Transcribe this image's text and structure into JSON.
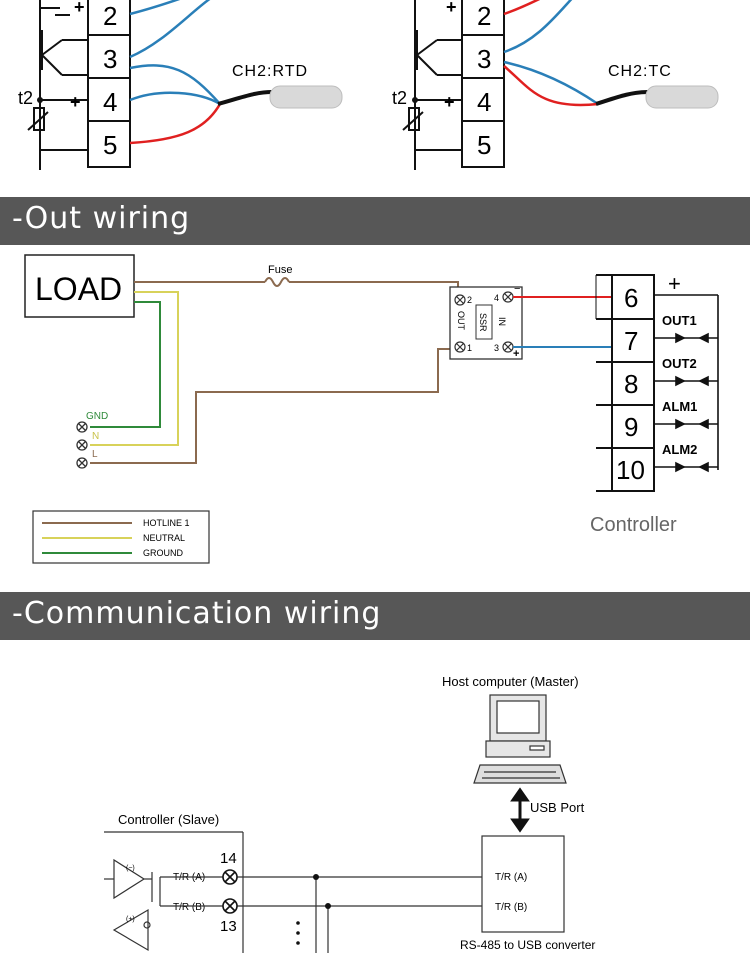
{
  "sections": {
    "out_wiring": "-Out wiring",
    "communication_wiring": "-Communication wiring"
  },
  "input_wiring": {
    "rtd_label": "CH2:RTD",
    "tc_label": "CH2:TC",
    "left_terminals": [
      "2",
      "3",
      "4",
      "5"
    ],
    "right_terminals": [
      "2",
      "3",
      "4",
      "5"
    ],
    "t2_symbol": "t2",
    "plus_symbol": "+"
  },
  "out_wiring": {
    "load_label": "LOAD",
    "fuse_label": "Fuse",
    "ssr_label": "SSR",
    "ssr_in_label": "IN",
    "ssr_out_label": "OUT",
    "ssr_pins": [
      "2",
      "4",
      "1",
      "3"
    ],
    "ssr_minus": "−",
    "ssr_plus": "+",
    "supply_labels": [
      "GND",
      "N",
      "L"
    ],
    "controller_terminals": [
      "6",
      "7",
      "8",
      "9",
      "10"
    ],
    "controller_plus": "+",
    "outputs": [
      "OUT1",
      "OUT2",
      "ALM1",
      "ALM2"
    ],
    "controller_label": "Controller",
    "legend": [
      "HOTLINE 1",
      "NEUTRAL",
      "GROUND"
    ],
    "colors": {
      "hotline": "#8b6a4f",
      "neutral": "#d8d25a",
      "ground": "#2f8a3a",
      "red_wire": "#e02020",
      "blue_wire": "#2a7fb8"
    }
  },
  "communication": {
    "host_label": "Host computer (Master)",
    "usb_label": "USB Port",
    "controller_slave_label": "Controller (Slave)",
    "terminal_14": "14",
    "terminal_13": "13",
    "tr_a": "T/R (A)",
    "tr_b": "T/R (B)",
    "converter_tr_a": "T/R (A)",
    "converter_tr_b": "T/R (B)",
    "converter_label": "RS-485 to USB converter",
    "minus_sign": "(−)",
    "plus_sign": "(+)"
  }
}
